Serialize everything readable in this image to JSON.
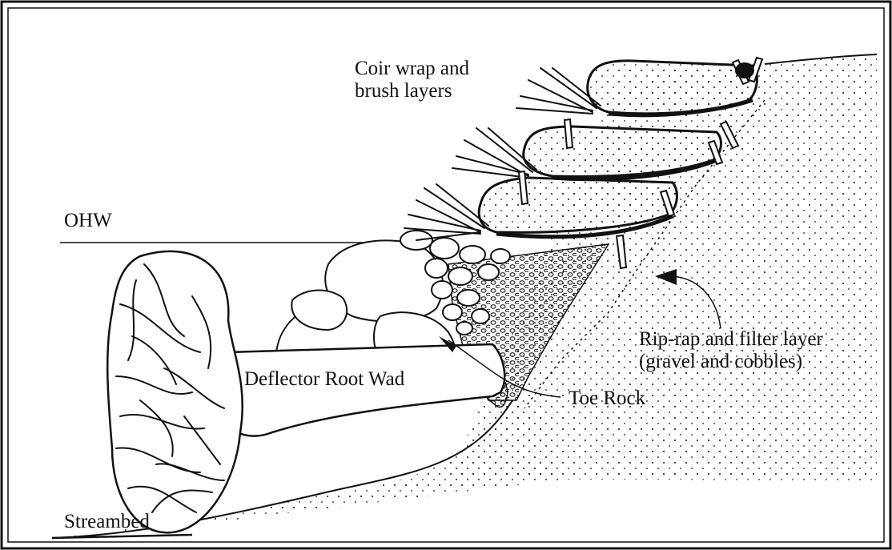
{
  "labels": {
    "coir_wrap": [
      "Coir wrap and",
      "brush layers"
    ],
    "ohw": "OHW",
    "riprap": [
      "Rip-rap and filter layer",
      "(gravel and cobbles)"
    ],
    "root_wad": "Deflector Root Wad",
    "toe_rock": "Toe Rock",
    "streambed": "Streambed"
  },
  "colors": {
    "ink": "#111111",
    "paper": "#ffffff"
  }
}
